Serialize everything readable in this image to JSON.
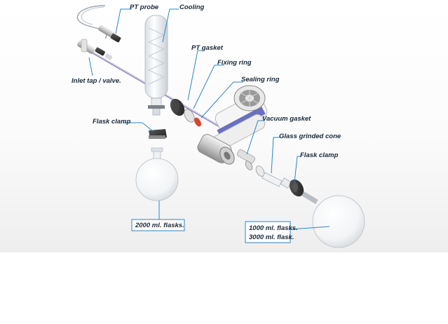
{
  "labels": {
    "pt_probe": "PT probe",
    "cooling": "Cooling",
    "pt_gasket": "PT gasket",
    "fixing_ring": "Fixing ring",
    "sealing_ring": "Sealing ring",
    "inlet_tap": "Inlet tap / valve.",
    "flask_clamp_left": "Flask clamp",
    "vacuum_gasket": "Vacuum gasket",
    "glass_cone": "Glass grinded cone",
    "flask_clamp_right": "Flask clamp",
    "flask_2000": "2000 ml. flasks.",
    "flask_1000": "1000 ml. flasks.",
    "flask_3000": "3000 ml. flask."
  },
  "colors": {
    "leader": "#2a86c8",
    "label_text": "#1a2a3a",
    "vacuum_band": "#6b6fc0",
    "sealing_ring": "#d8452a",
    "background_top": "#ffffff",
    "background_bottom": "#f1f1f1"
  }
}
